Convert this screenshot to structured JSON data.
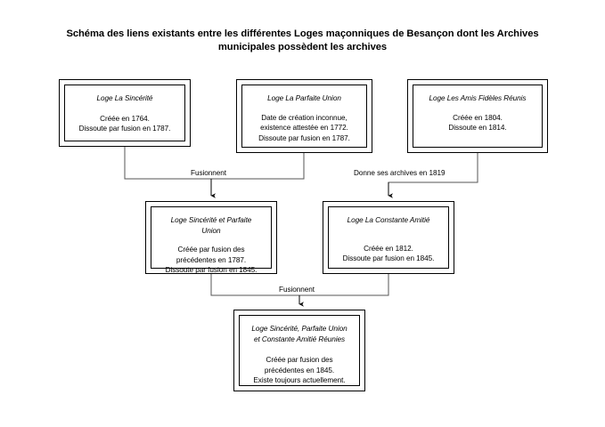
{
  "title": {
    "line1": "Schéma des liens existants entre les différentes Loges maçonniques de Besançon dont les Archives",
    "line2": "municipales possèdent les archives"
  },
  "nodes": {
    "sincerite": {
      "title": "Loge La Sincérité",
      "lines": [
        "Créée en 1764.",
        "Dissoute par fusion en 1787."
      ]
    },
    "parfaite_union": {
      "title": "Loge La Parfaite Union",
      "lines": [
        "Date de création inconnue,",
        "existence attestée en 1772.",
        "Dissoute par fusion en 1787."
      ]
    },
    "amis_fideles": {
      "title": "Loge Les Amis Fidèles Réunis",
      "lines": [
        "Créée en 1804.",
        "Dissoute en 1814."
      ]
    },
    "sincerite_parfaite_union": {
      "title_line1": "Loge Sincérité et Parfaite",
      "title_line2": "Union",
      "lines": [
        "Créée par fusion des",
        "précédentes en 1787.",
        "Dissoute par fusion en 1845."
      ]
    },
    "constante_amitie": {
      "title": "Loge La Constante Amitié",
      "lines": [
        "Créée en 1812.",
        "Dissoute par fusion en 1845."
      ]
    },
    "reunies": {
      "title_line1": "Loge Sincérité, Parfaite Union",
      "title_line2": "et Constante Amitié Réunies",
      "lines": [
        "Créée par fusion des",
        "précédentes en 1845.",
        "Existe toujours actuellement."
      ]
    }
  },
  "edges": {
    "fusionnent_1": "Fusionnent",
    "donne_archives": "Donne ses archives en 1819",
    "fusionnent_2": "Fusionnent"
  },
  "colors": {
    "stroke": "#000000",
    "connector": "#555555",
    "background": "#ffffff"
  }
}
